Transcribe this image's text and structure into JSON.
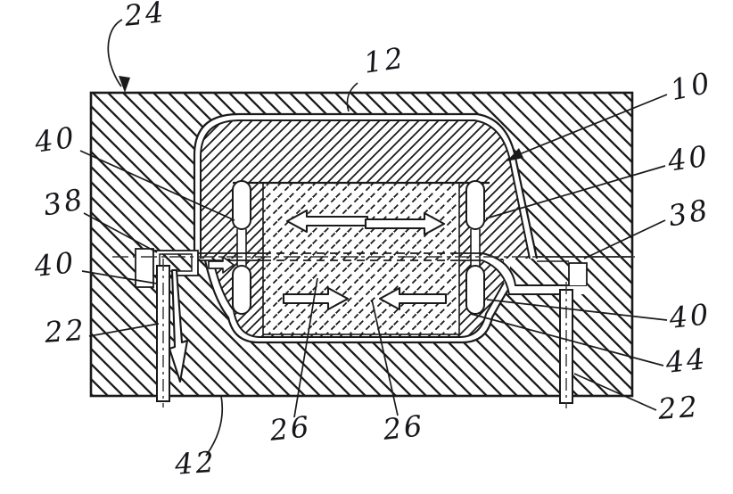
{
  "figure": {
    "kind": "patent cross-section drawing of a film-assisted transfer mold",
    "background_color": "#ffffff",
    "ink_color": "#1a1a1a"
  },
  "labels": {
    "n24": "24",
    "n12": "12",
    "n10": "10",
    "n40_right_top": "40",
    "n38_right": "38",
    "n40_right_mid": "40",
    "n44": "44",
    "n22_right": "22",
    "n40_left_top": "40",
    "n38_left": "38",
    "n40_left_bottom": "40",
    "n22_left": "22",
    "n42": "42",
    "n26_left": "26",
    "n26_right": "26"
  },
  "icons": {
    "upper_left_arrow": "flow-arrow-left",
    "upper_right_arrow": "flow-arrow-right",
    "lower_left_arrow": "flow-arrow-right",
    "lower_right_arrow": "flow-arrow-left",
    "vent_arrow": "flow-arrow-down",
    "gate_arrow": "flow-arrow-right"
  }
}
